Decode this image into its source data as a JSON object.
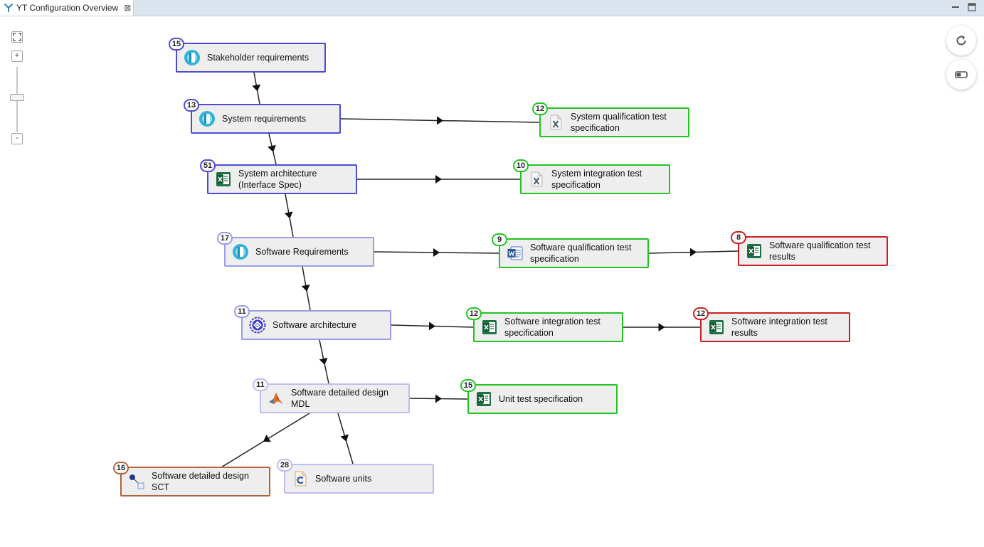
{
  "tab": {
    "title": "YT Configuration Overview",
    "icon": "yt-logo-icon",
    "close_glyph": "⊠"
  },
  "zoom": {
    "in_label": "+",
    "out_label": "-"
  },
  "colors": {
    "blue": "#4c4cd6",
    "lavender": "#9b9be8",
    "light_lavender": "#bdbdf0",
    "green": "#22c422",
    "red": "#cc2020",
    "brown": "#b0643c",
    "node_bg": "#eeeeee"
  },
  "nodes": [
    {
      "id": "stakeholder-requirements",
      "label": "Stakeholder requirements",
      "count": "15",
      "icon": "doors-icon",
      "color": "blue"
    },
    {
      "id": "system-requirements",
      "label": "System requirements",
      "count": "13",
      "icon": "doors-icon",
      "color": "blue"
    },
    {
      "id": "system-qualification-test-spec",
      "label": "System qualification test specification",
      "count": "12",
      "icon": "xml-file-icon",
      "color": "green"
    },
    {
      "id": "system-architecture",
      "label": "System architecture (Interface Spec)",
      "count": "51",
      "icon": "excel-icon",
      "color": "blue"
    },
    {
      "id": "system-integration-test-spec",
      "label": "System integration test specification",
      "count": "10",
      "icon": "xml-file-icon",
      "color": "green"
    },
    {
      "id": "software-requirements",
      "label": "Software Requirements",
      "count": "17",
      "icon": "doors-icon",
      "color": "lavender"
    },
    {
      "id": "software-qualification-test-spec",
      "label": "Software qualification test specification",
      "count": "9",
      "icon": "word-icon",
      "color": "green"
    },
    {
      "id": "software-qualification-test-results",
      "label": "Software qualification test results",
      "count": "8",
      "icon": "excel-icon",
      "color": "red"
    },
    {
      "id": "software-architecture",
      "label": "Software architecture",
      "count": "11",
      "icon": "architecture-model-icon",
      "color": "lavender"
    },
    {
      "id": "software-integration-test-spec",
      "label": "Software integration test specification",
      "count": "12",
      "icon": "excel-icon",
      "color": "green"
    },
    {
      "id": "software-integration-test-results",
      "label": "Software integration test results",
      "count": "12",
      "icon": "excel-icon",
      "color": "red"
    },
    {
      "id": "software-detailed-design-mdl",
      "label": "Software detailed design MDL",
      "count": "11",
      "icon": "matlab-icon",
      "color": "light_lavender"
    },
    {
      "id": "unit-test-specification",
      "label": "Unit test specification",
      "count": "15",
      "icon": "excel-icon",
      "color": "green"
    },
    {
      "id": "software-detailed-design-sct",
      "label": "Software detailed design SCT",
      "count": "16",
      "icon": "statechart-icon",
      "color": "brown"
    },
    {
      "id": "software-units",
      "label": "Software units",
      "count": "28",
      "icon": "c-source-icon",
      "color": "light_lavender"
    }
  ],
  "edges": [
    [
      "stakeholder-requirements",
      "system-requirements"
    ],
    [
      "system-requirements",
      "system-architecture"
    ],
    [
      "system-requirements",
      "system-qualification-test-spec"
    ],
    [
      "system-architecture",
      "software-requirements"
    ],
    [
      "system-architecture",
      "system-integration-test-spec"
    ],
    [
      "software-requirements",
      "software-architecture"
    ],
    [
      "software-requirements",
      "software-qualification-test-spec"
    ],
    [
      "software-qualification-test-spec",
      "software-qualification-test-results"
    ],
    [
      "software-architecture",
      "software-detailed-design-mdl"
    ],
    [
      "software-architecture",
      "software-integration-test-spec"
    ],
    [
      "software-integration-test-spec",
      "software-integration-test-results"
    ],
    [
      "software-detailed-design-mdl",
      "unit-test-specification"
    ],
    [
      "software-detailed-design-mdl",
      "software-detailed-design-sct"
    ],
    [
      "software-detailed-design-mdl",
      "software-units"
    ]
  ]
}
